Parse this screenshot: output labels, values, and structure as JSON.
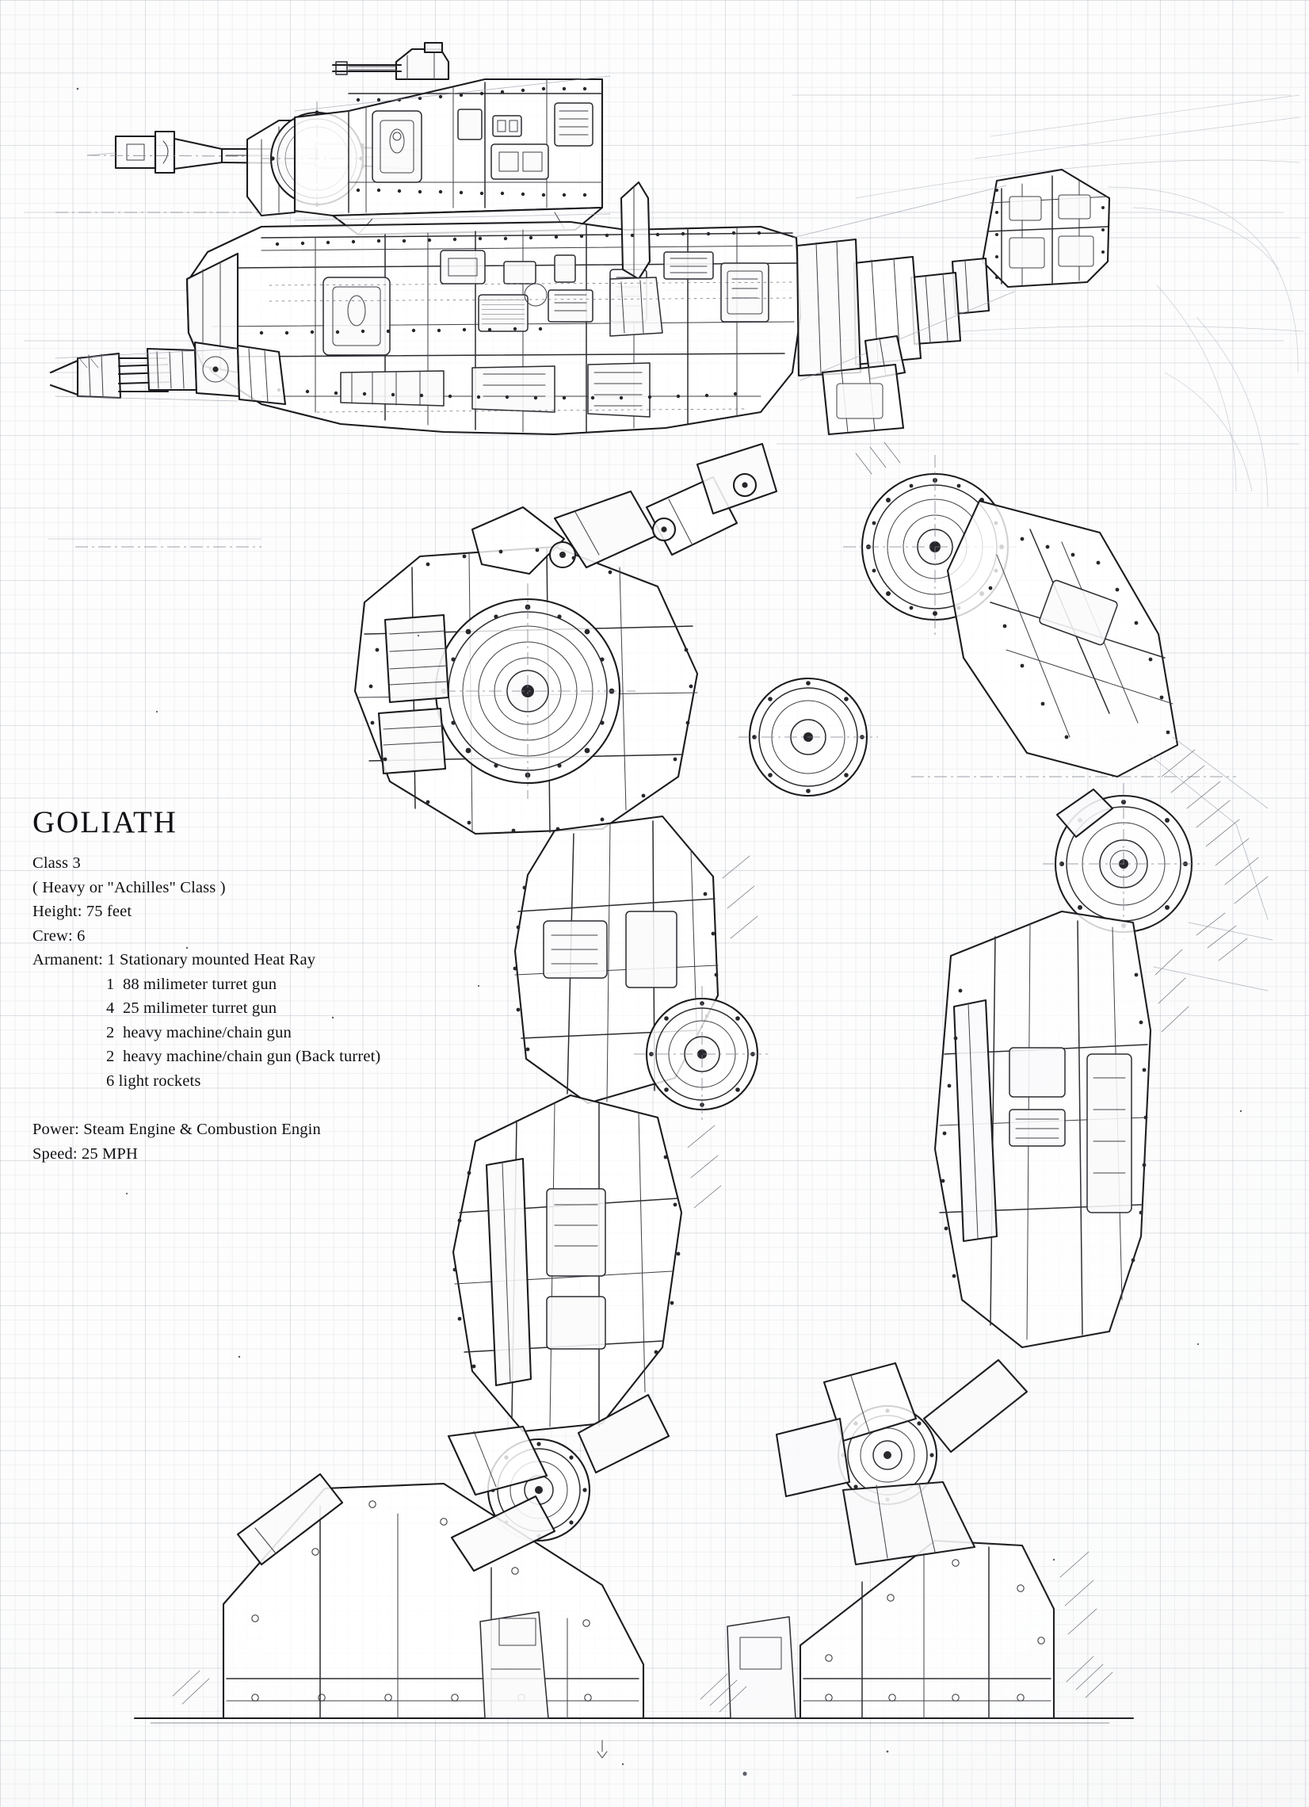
{
  "document": {
    "kind": "technical-concept-blueprint",
    "medium": "graph paper pencil-and-ink drawing",
    "subject": "walking battle mech, side elevation"
  },
  "spec": {
    "title": "GOLIATH",
    "class_line": "Class 3",
    "class_alias": "( Heavy or \"Achilles\" Class )",
    "height": "Height: 75 feet",
    "crew": "Crew: 6",
    "armament_label": "Armanent: 1 Stationary mounted Heat Ray",
    "armament": [
      "1  88 milimeter turret gun",
      "4  25 milimeter turret gun",
      "2  heavy machine/chain gun",
      "2  heavy machine/chain gun (Back turret)",
      "6 light rockets"
    ],
    "power": "Power: Steam Engine & Combustion Engin",
    "speed": "Speed: 25 MPH"
  },
  "palette": {
    "paper": "#fdfdfd",
    "grid_minor": "#b0bac4",
    "grid_major": "#a8b4c0",
    "ink": "#1b1b1f",
    "ink_light": "#6a6c74",
    "construction_line": "#9aa0ab"
  },
  "drawing_parts": {
    "top_turret_assembly": "upper turret hull with long main cannon barrel pointing left",
    "roof_machine_gun": "small secondary machine-gun turret on turret roof",
    "main_hull": "central armoured body with hatches, rivet rows and access panels",
    "back_pack": "angled rear equipment/engine block at upper right",
    "left_arm_gun": "multi-barrel chain gun arm extending to the left",
    "hip_joint_left": "large geared hip rotator with bolt circle",
    "hip_joint_right": "large geared hip rotator with bolt circle",
    "knee_left": "left knee actuator with bolted hub",
    "knee_right": "right knee actuator with bolted hub",
    "ankle_left": "left ankle pivot with flanged hub",
    "ankle_right": "right ankle pivot with flanged hub",
    "foot_left": "left wedge foot plate resting on ground line",
    "foot_right": "right wedge foot plate resting on ground line",
    "ground_line": "horizontal baseline the feet stand on"
  }
}
